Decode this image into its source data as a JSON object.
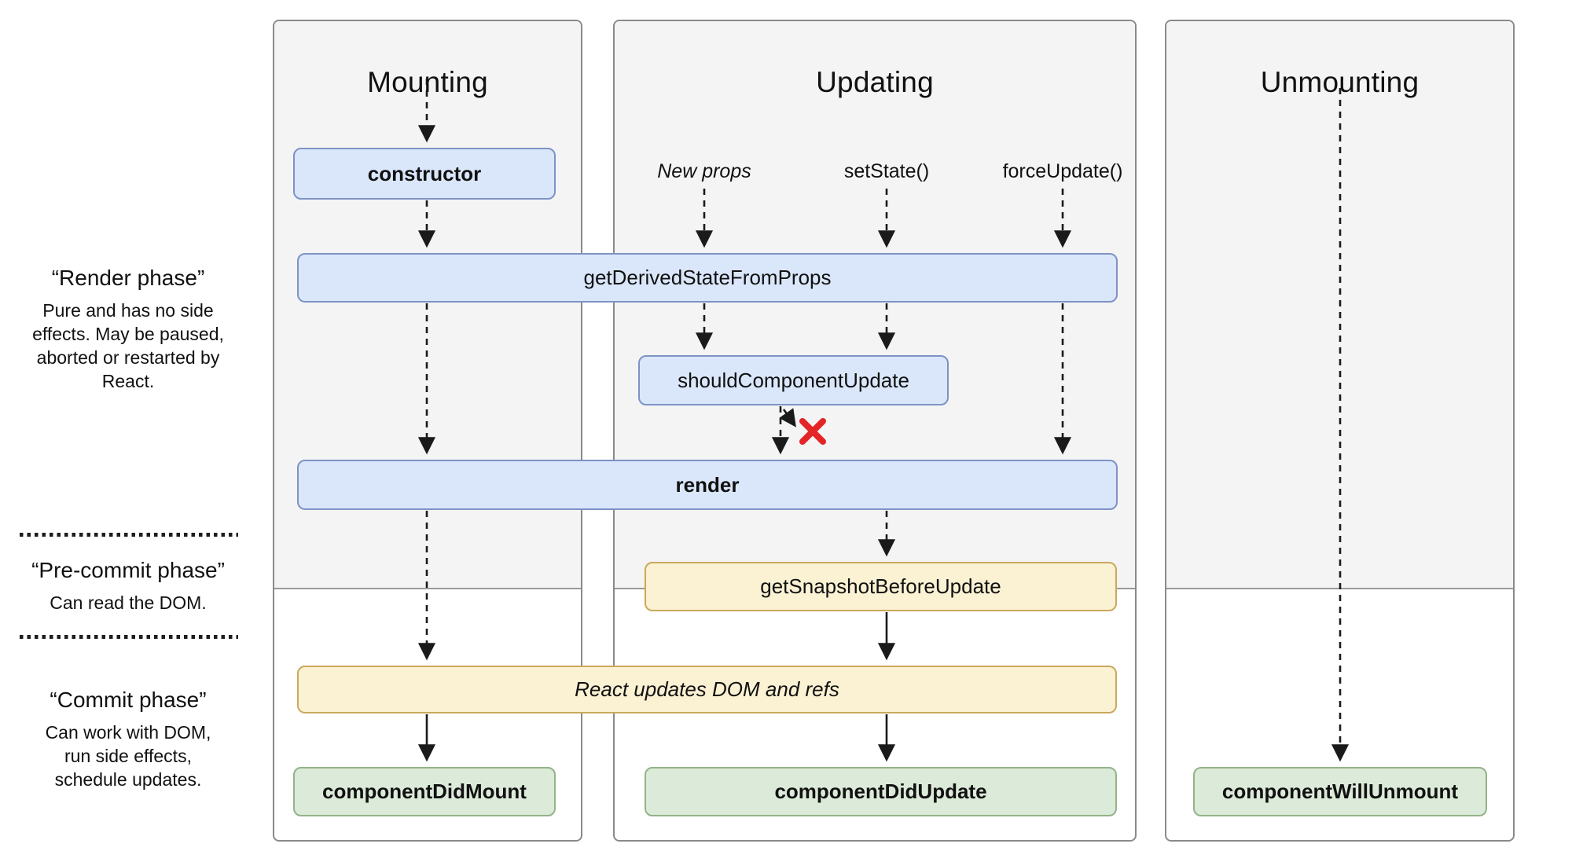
{
  "diagram": {
    "columns": [
      {
        "id": "mounting",
        "title": "Mounting"
      },
      {
        "id": "updating",
        "title": "Updating"
      },
      {
        "id": "unmounting",
        "title": "Unmounting"
      }
    ],
    "triggers": {
      "new_props": "New props",
      "set_state": "setState()",
      "force_update": "forceUpdate()"
    },
    "boxes": {
      "constructor": "constructor",
      "get_derived_state_from_props": "getDerivedStateFromProps",
      "should_component_update": "shouldComponentUpdate",
      "render": "render",
      "get_snapshot_before_update": "getSnapshotBeforeUpdate",
      "react_updates_dom": "React updates DOM and refs",
      "component_did_mount": "componentDidMount",
      "component_did_update": "componentDidUpdate",
      "component_will_unmount": "componentWillUnmount"
    },
    "phases": {
      "render_phase": {
        "title": "“Render phase”",
        "description": "Pure and has no side effects. May be paused, aborted or restarted by React."
      },
      "pre_commit_phase": {
        "title": "“Pre-commit phase”",
        "description": "Can read the DOM."
      },
      "commit_phase": {
        "title": "“Commit phase”",
        "description": "Can work with DOM, run side effects, schedule updates."
      }
    },
    "colors": {
      "blue_fill": "#dae7fb",
      "blue_border": "#7e93c5",
      "yellow_fill": "#fbf1d3",
      "yellow_border": "#c9a95c",
      "green_fill": "#dcead9",
      "green_border": "#92b487",
      "column_fill": "#f4f4f4",
      "column_border": "#8a8a8a",
      "arrow_color": "#1a1a1a",
      "cancel_red": "#e42528"
    }
  }
}
